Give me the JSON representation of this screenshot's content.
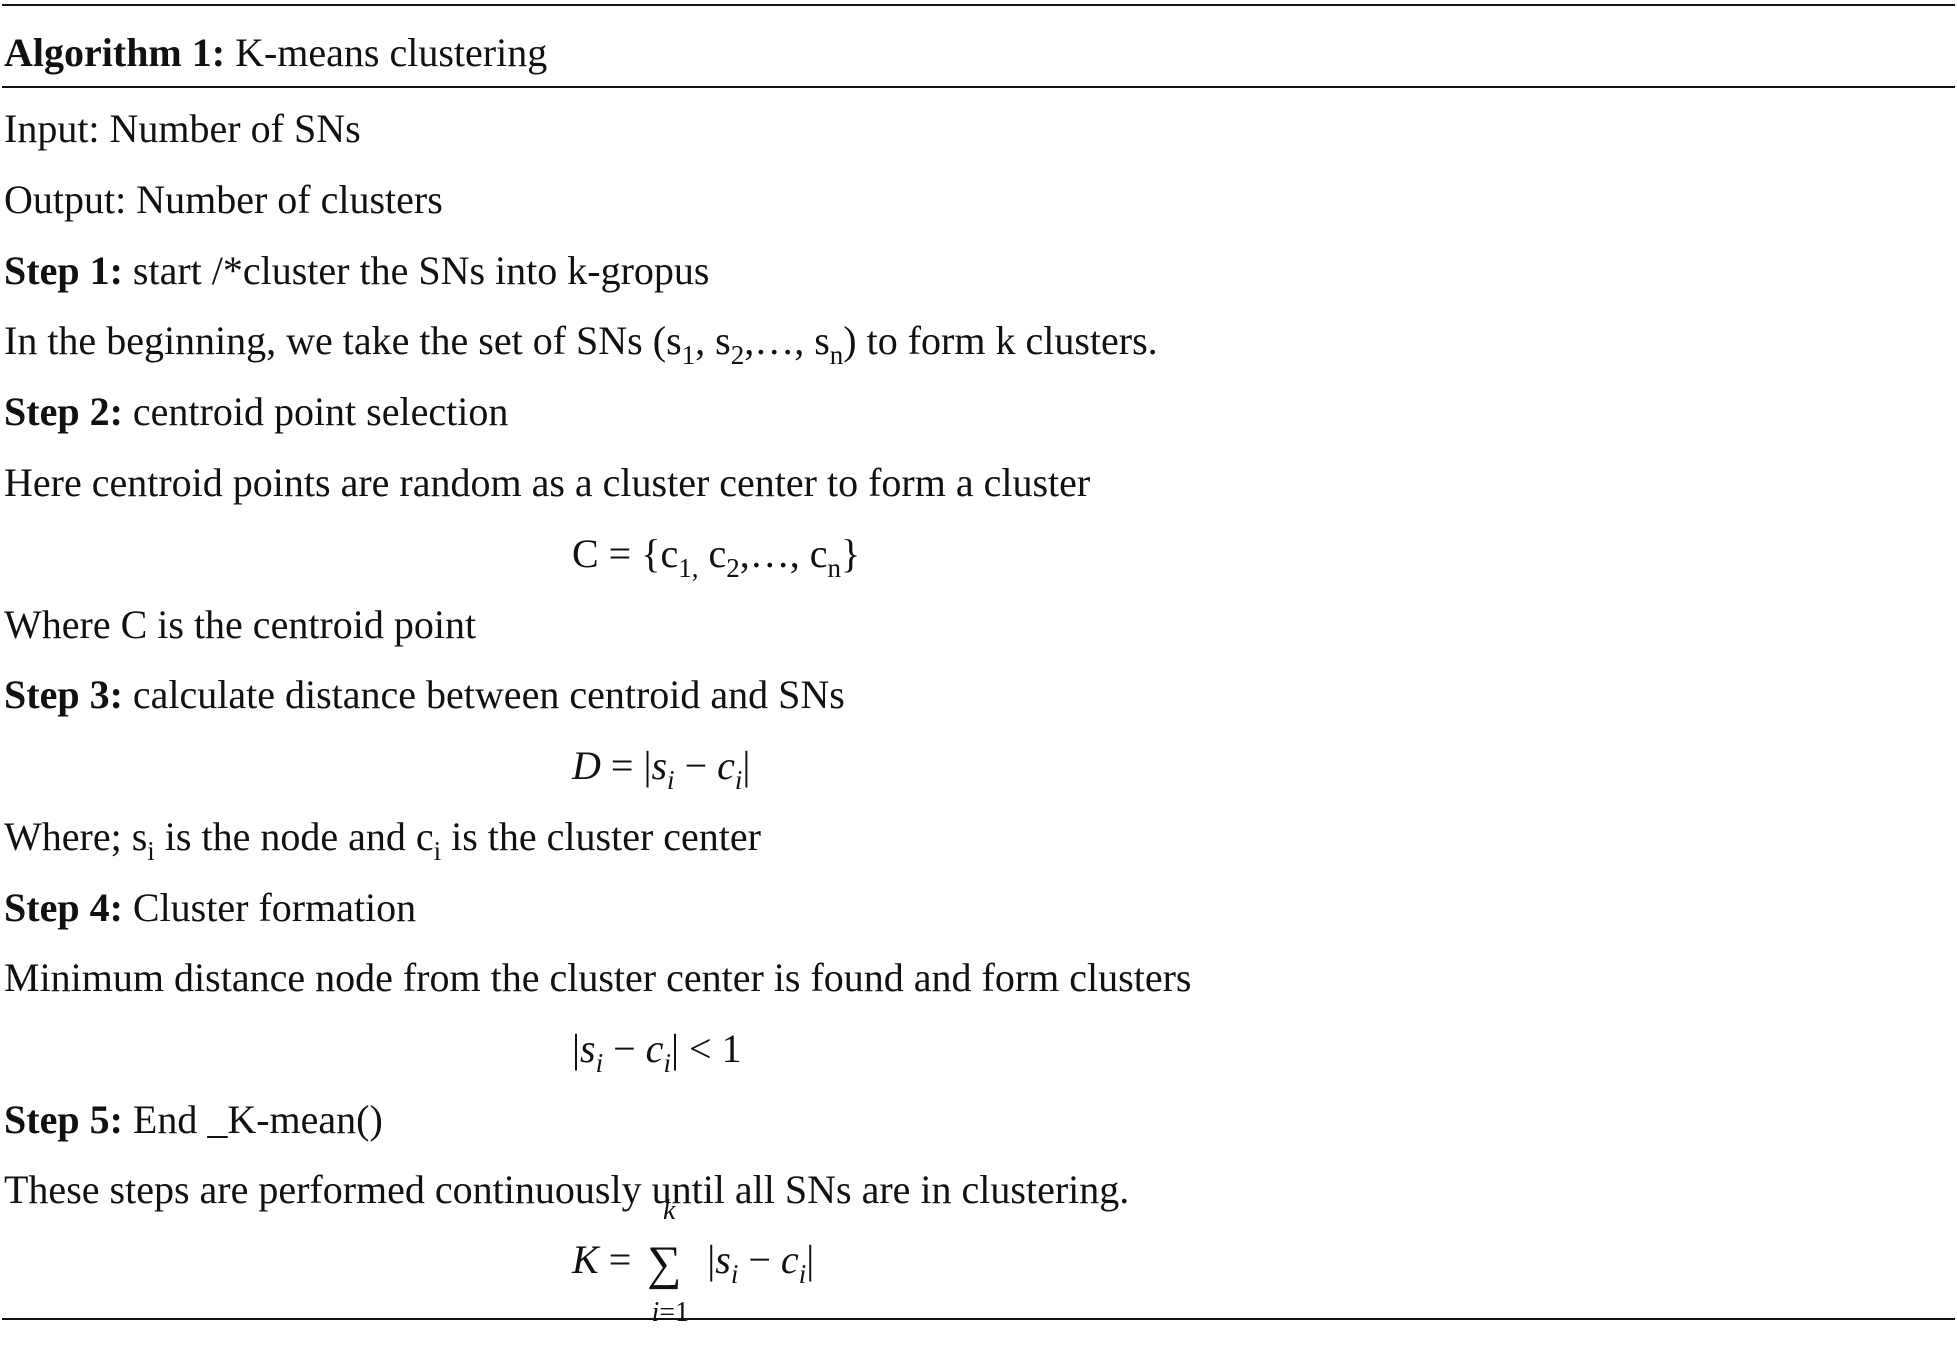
{
  "algorithm": {
    "label": "Algorithm 1:",
    "title": " K-means clustering"
  },
  "input": "Input: Number of SNs",
  "output": "Output: Number of clusters",
  "step1": {
    "label": "Step 1:",
    "text": " start /*cluster the SNs into k-gropus"
  },
  "step1_desc": {
    "a": "In the beginning, we take the set of SNs (s",
    "s1": "1",
    "b": ", s",
    "s2": "2",
    "c": ",…, s",
    "sn": "n",
    "d": ") to form k clusters."
  },
  "step2": {
    "label": "Step 2:",
    "text": " centroid point selection"
  },
  "step2_desc": "Here centroid points are random as a cluster center to form a cluster",
  "eq1": {
    "a": "C = {c",
    "s1": "1,",
    "b": " c",
    "s2": "2",
    "c": ",…, c",
    "sn": "n",
    "d": "}"
  },
  "eq1_desc": "Where C is the centroid point",
  "step3": {
    "label": "Step 3:",
    "text": " calculate distance between centroid and SNs"
  },
  "eq2": {
    "lhs": "D",
    "eq": " = |",
    "s": "s",
    "si": "i",
    "minus": " − ",
    "c": "c",
    "ci": "i",
    "end": "|"
  },
  "eq2_desc": {
    "a": "Where; s",
    "si": "i",
    "b": " is the node and c",
    "ci": "i",
    "c": " is the cluster center"
  },
  "step4": {
    "label": "Step 4:",
    "text": " Cluster formation"
  },
  "step4_desc": "Minimum distance node from the cluster center is found and form clusters",
  "eq3": {
    "open": "|",
    "s": "s",
    "si": "i",
    "minus": " − ",
    "c": "c",
    "ci": "i",
    "close": "| < 1"
  },
  "step5": {
    "label": "Step 5:",
    "text": " End _K-mean()"
  },
  "step5_desc": "These steps are performed continuously until all SNs are in clustering.",
  "eq4": {
    "lhs": "K",
    "eq": " = ",
    "sigma": "∑",
    "upper": "k",
    "lower": "i=1",
    "open": " |",
    "s": "s",
    "si": "i",
    "minus": " − ",
    "c": "c",
    "ci": "i",
    "close": "|"
  }
}
